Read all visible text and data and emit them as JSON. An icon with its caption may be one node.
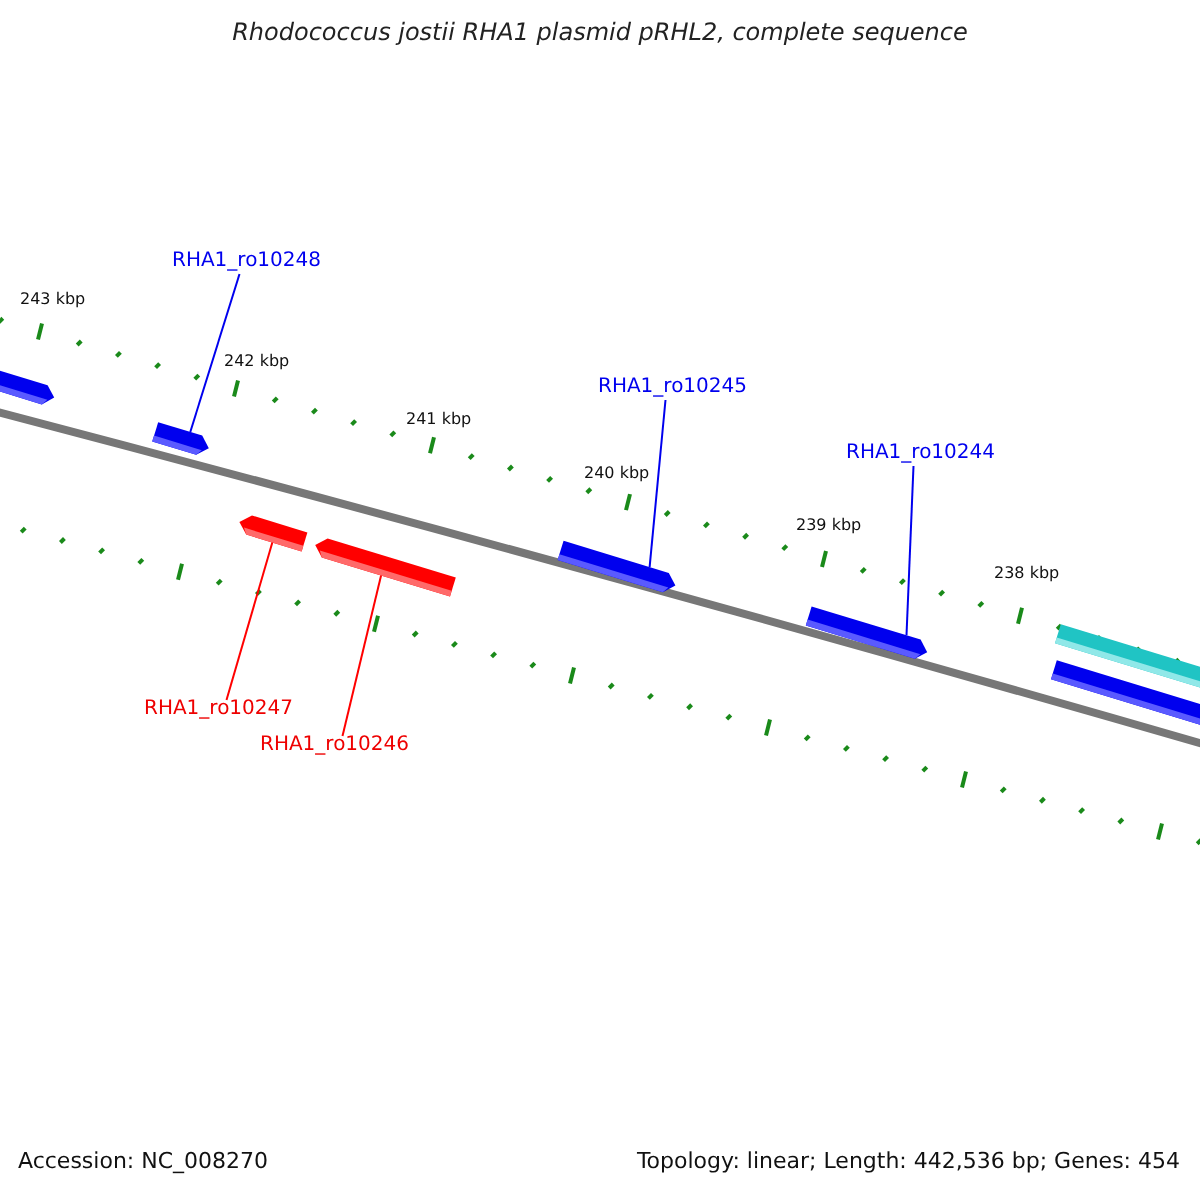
{
  "diagram": {
    "title": "Rhodococcus jostii RHA1 plasmid pRHL2, complete sequence",
    "nodes": [
      {
        "text": [
          "RHA1_ro10248"
        ]
      },
      {
        "text": [
          "RHA1_ro10245"
        ]
      },
      {
        "text": [
          "RHA1_ro10244"
        ]
      },
      {
        "text": [
          "RHA1_ro10247"
        ]
      },
      {
        "text": [
          "RHA1_ro10246"
        ]
      },
      {
        "text": [],
        "shape": "box"
      },
      {
        "text": [],
        "shape": "box"
      },
      {
        "text": [],
        "shape": "box"
      },
      {
        "text": [],
        "shape": "box"
      },
      {
        "text": [],
        "shape": "box"
      },
      {
        "text": [],
        "shape": "box"
      },
      {
        "text": [],
        "shape": "box"
      },
      {
        "text": [],
        "shape": "box"
      }
    ],
    "edges": [
      {
        "from": 0,
        "to": 6,
        "arrow": "none"
      },
      {
        "from": 1,
        "to": 9,
        "arrow": "none"
      },
      {
        "from": 2,
        "to": 10,
        "arrow": "none"
      },
      {
        "from": 3,
        "to": 7,
        "arrow": "none",
        "color": "#ff0000"
      },
      {
        "from": 4,
        "to": 8,
        "arrow": "none",
        "color": "#ff0000"
      }
    ],
    "labels": [
      "243 kbp",
      "242 kbp",
      "241 kbp",
      "240 kbp",
      "239 kbp",
      "238 kbp",
      "Accession: NC_008270",
      "Topology: linear; Length: 442,536 bp; Genes: 454"
    ]
  }
}
